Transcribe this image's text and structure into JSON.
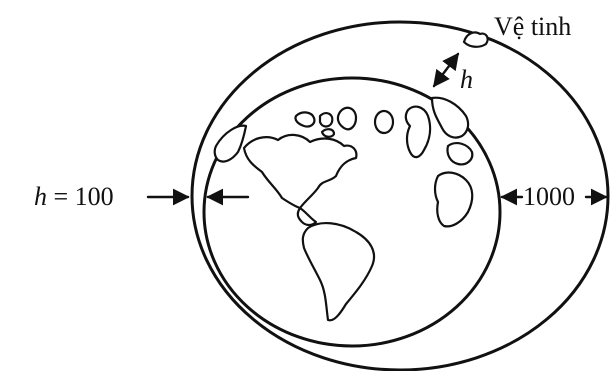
{
  "diagram": {
    "satellite_label": "Vệ tinh",
    "h_symbol": "h",
    "left_label_var": "h",
    "left_label_eq": " = 100",
    "right_label": "1000"
  }
}
